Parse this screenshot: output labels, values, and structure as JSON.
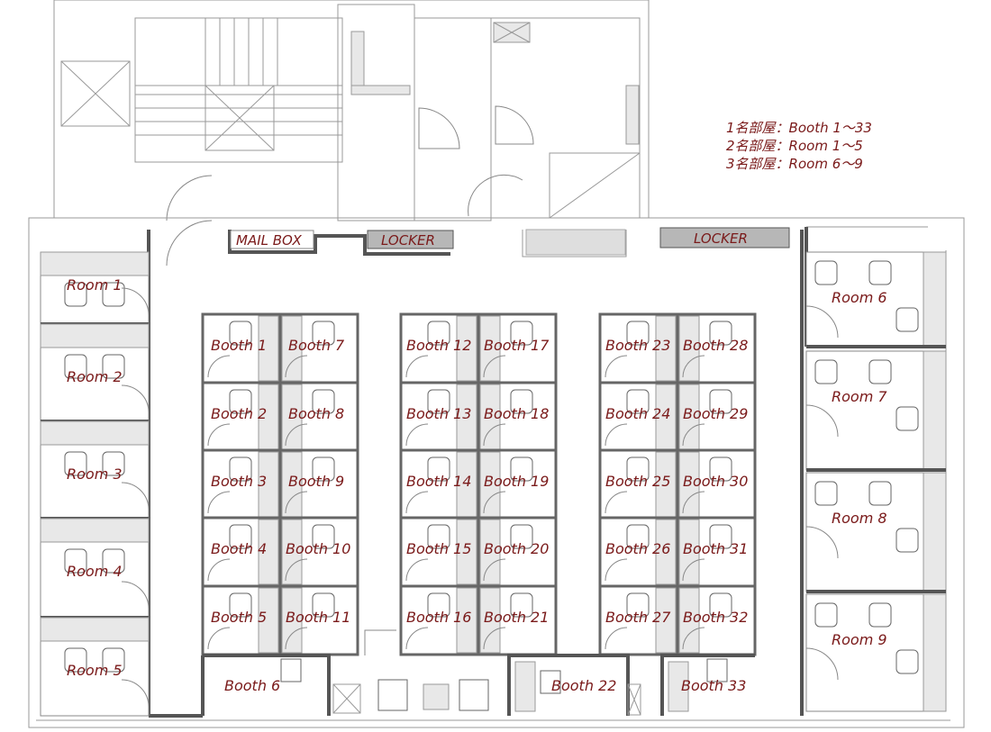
{
  "legend": [
    "1名部屋：Booth 1〜33",
    "2名部屋：Room 1〜5",
    "3名部屋：Room 6〜9"
  ],
  "labels": {
    "mailbox": "MAIL BOX",
    "locker_1": "LOCKER",
    "locker_2": "LOCKER"
  },
  "rooms_left": [
    "Room 1",
    "Room 2",
    "Room 3",
    "Room 4",
    "Room 5"
  ],
  "rooms_right": [
    "Room 6",
    "Room 7",
    "Room 8",
    "Room 9"
  ],
  "booth_columns": [
    [
      "Booth 1",
      "Booth 2",
      "Booth 3",
      "Booth 4",
      "Booth 5"
    ],
    [
      "Booth 7",
      "Booth 8",
      "Booth 9",
      "Booth 10",
      "Booth 11"
    ],
    [
      "Booth 12",
      "Booth 13",
      "Booth 14",
      "Booth 15",
      "Booth 16"
    ],
    [
      "Booth 17",
      "Booth 18",
      "Booth 19",
      "Booth 20",
      "Booth 21"
    ],
    [
      "Booth 23",
      "Booth 24",
      "Booth 25",
      "Booth 26",
      "Booth 27"
    ],
    [
      "Booth 28",
      "Booth 29",
      "Booth 30",
      "Booth 31",
      "Booth 32"
    ]
  ],
  "booths_bottom": [
    "Booth 6",
    "Booth 22",
    "Booth 33"
  ]
}
